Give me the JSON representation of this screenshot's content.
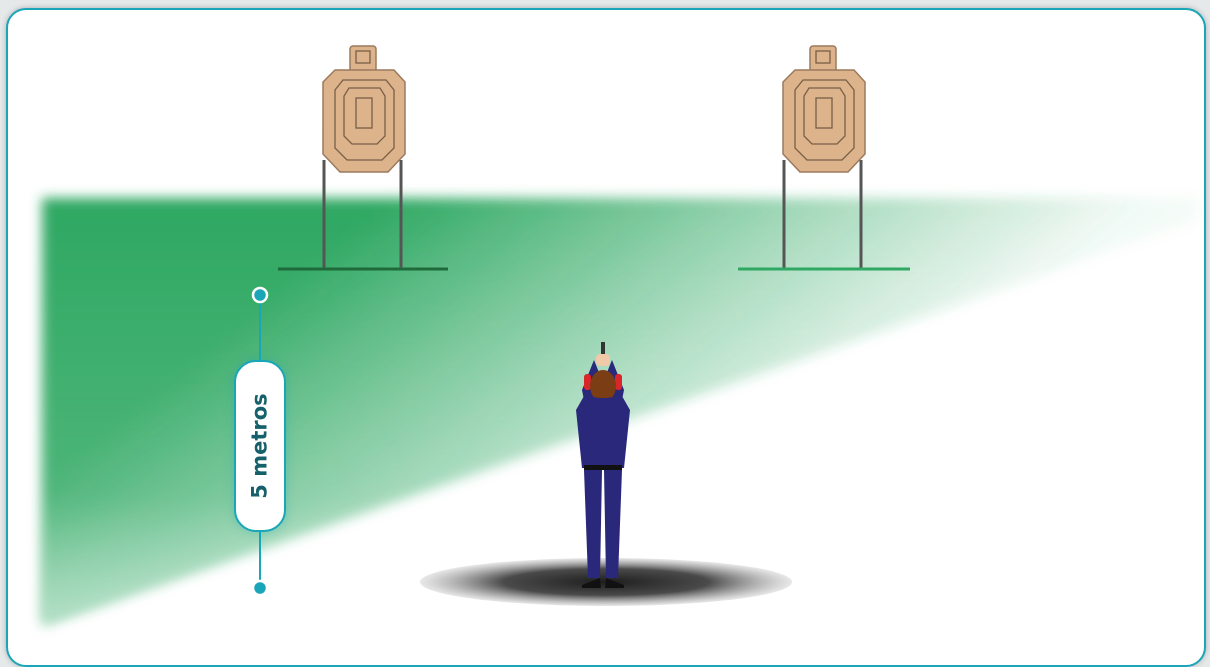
{
  "distance_label": "5 metros",
  "colors": {
    "frame_border": "#1aa5b8",
    "field_green": "#2ea862",
    "target_fill": "#dcb38b",
    "target_stroke": "#9a7a5e",
    "shooter_suit": "#29287a",
    "hair": "#7a3d14",
    "ear_protection": "#d8262b",
    "marker_dot": "#1aa5b8"
  },
  "icons": [
    "silhouette-target",
    "shooter-figure",
    "distance-marker"
  ]
}
